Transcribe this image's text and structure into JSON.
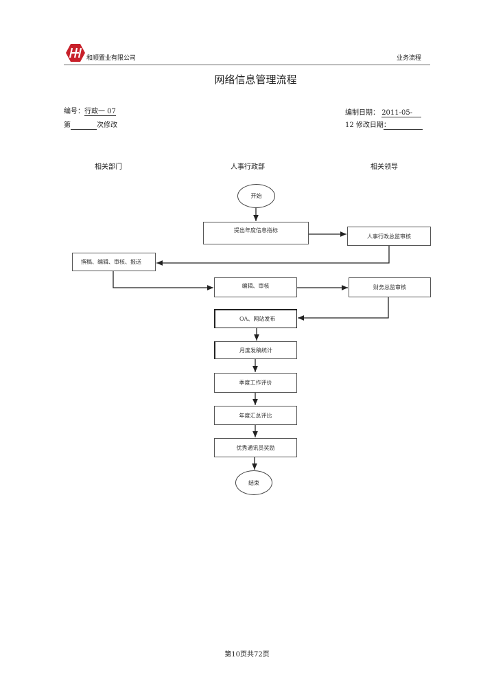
{
  "header": {
    "company": "和顺置业有限公司",
    "section": "业务流程"
  },
  "title": "网络信息管理流程",
  "meta": {
    "number_label": "编号：",
    "number_value": "行政一 07",
    "revision_prefix": "第",
    "revision_suffix": "次修改",
    "date_label": "编制日期：",
    "date_value": "2011-05-",
    "date_cont": "12",
    "modify_label": "修改日期",
    "modify_value": "："
  },
  "lanes": [
    "相关部门",
    "人事行政部",
    "相关领导"
  ],
  "flow": {
    "start": "开始",
    "propose": "提出年度信息指标",
    "hr_review": "人事行政总监审核",
    "draft": "撰稿、编辑、审核、报送",
    "edit": "编辑、审核",
    "finance_review": "财务总监审核",
    "publish": "OA、网站发布",
    "monthly": "月度发稿统计",
    "quarterly": "季度工作评价",
    "yearly": "年度汇总评比",
    "award": "优秀通讯员奖励",
    "end": "结束"
  },
  "footer": "第10页共72页",
  "colors": {
    "logo": "#c8202a"
  }
}
